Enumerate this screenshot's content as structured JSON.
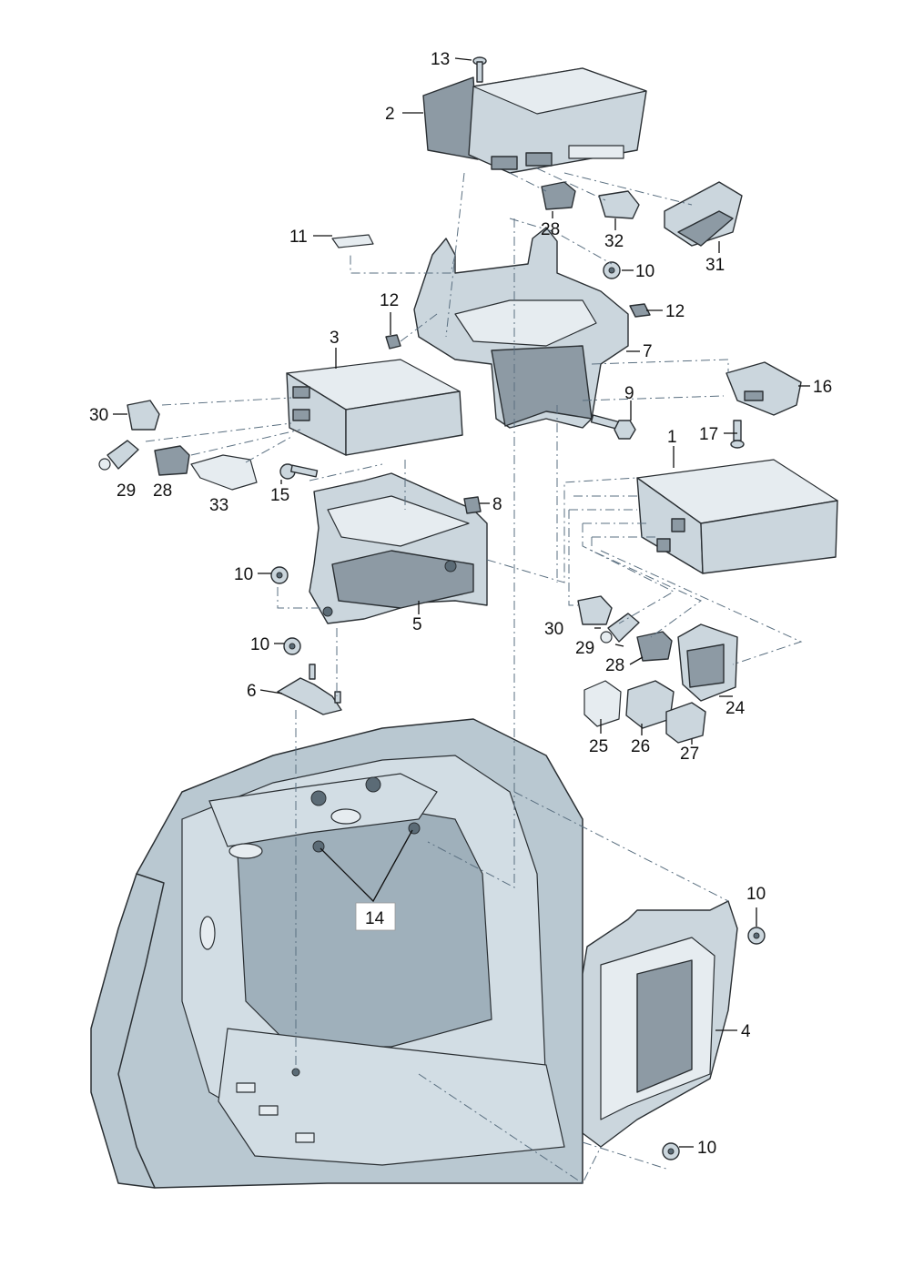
{
  "labels": {
    "p1": "1",
    "p2": "2",
    "p3": "3",
    "p4": "4",
    "p5": "5",
    "p6": "6",
    "p7": "7",
    "p8": "8",
    "p9": "9",
    "p10a": "10",
    "p10b": "10",
    "p10c": "10",
    "p10d": "10",
    "p10e": "10",
    "p11": "11",
    "p12a": "12",
    "p12b": "12",
    "p13": "13",
    "p14": "14",
    "p15": "15",
    "p16": "16",
    "p17": "17",
    "p24": "24",
    "p25": "25",
    "p26": "26",
    "p27": "27",
    "p28a": "28",
    "p28b": "28",
    "p28c": "28",
    "p29a": "29",
    "p29b": "29",
    "p30a": "30",
    "p30b": "30",
    "p31": "31",
    "p32": "32",
    "p33": "33"
  }
}
